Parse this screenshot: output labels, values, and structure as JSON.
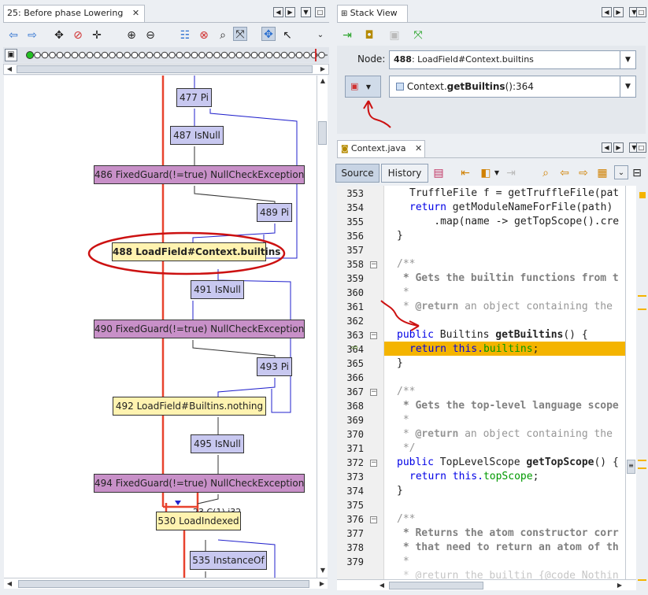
{
  "left_panel": {
    "tab_title": "25: Before phase Lowering",
    "close_glyph": "✕",
    "graph_nodes": [
      {
        "label": "477 Pi",
        "kind": "blue"
      },
      {
        "label": "487 IsNull",
        "kind": "blue"
      },
      {
        "label": "486 FixedGuard(!=true) NullCheckException",
        "kind": "purple"
      },
      {
        "label": "489 Pi",
        "kind": "blue"
      },
      {
        "label": "488 LoadField#Context.builtins",
        "kind": "yellow"
      },
      {
        "label": "491 IsNull",
        "kind": "blue"
      },
      {
        "label": "490 FixedGuard(!=true) NullCheckException",
        "kind": "purple"
      },
      {
        "label": "493 Pi",
        "kind": "blue"
      },
      {
        "label": "492 LoadField#Builtins.nothing",
        "kind": "yellow"
      },
      {
        "label": "495 IsNull",
        "kind": "blue"
      },
      {
        "label": "494 FixedGuard(!=true) NullCheckException",
        "kind": "purple"
      },
      {
        "label": "530 LoadIndexed",
        "kind": "yellow"
      },
      {
        "label": "535 InstanceOf",
        "kind": "blue"
      }
    ],
    "edge_label": "23 C(1) i32"
  },
  "stack_view": {
    "tab_title": "Stack View",
    "node_label": "Node:",
    "node_value_id": "488",
    "node_value_rest": ": LoadField#Context.builtins",
    "frame_class": "Context.",
    "frame_method": "getBuiltins",
    "frame_suffix": "():364"
  },
  "editor": {
    "tab_title": "Context.java",
    "close_glyph": "✕",
    "source_label": "Source",
    "history_label": "History",
    "line_numbers": [
      "353",
      "354",
      "355",
      "356",
      "357",
      "358",
      "359",
      "360",
      "361",
      "362",
      "363",
      "364",
      "365",
      "366",
      "367",
      "368",
      "369",
      "370",
      "371",
      "372",
      "373",
      "374",
      "375",
      "376",
      "377",
      "378",
      "379"
    ],
    "lines": {
      "l353": "TruffleFile f = getTruffleFile(pat",
      "l354_kw": "return",
      "l354_rest": " getModuleNameForFile(path)",
      "l355": "    .map(name -> getTopScope().cre",
      "l356": "}",
      "l358": "/**",
      "l359": " * Gets the builtin functions from t",
      "l360": " *",
      "l361_a": " * ",
      "l361_tag": "@return",
      "l361_b": " an object containing the",
      "l363_kw": "public",
      "l363_type": " Builtins ",
      "l363_name": "getBuiltins",
      "l363_rest": "() {",
      "l364_kw": "return",
      "l364_this": " this.",
      "l364_field": "builtins",
      "l364_end": ";",
      "l365": "}",
      "l367": "/**",
      "l368": " * Gets the top-level language scope",
      "l369": " *",
      "l370_a": " * ",
      "l370_tag": "@return",
      "l370_b": " an object containing the",
      "l371": " */",
      "l372_kw": "public",
      "l372_type": " TopLevelScope ",
      "l372_name": "getTopScope",
      "l372_rest": "() {",
      "l373_kw": "return",
      "l373_this": " this.",
      "l373_field": "topScope",
      "l373_end": ";",
      "l374": "}",
      "l376": "/**",
      "l377": " * Returns the atom constructor corr",
      "l378": " * that need to return an atom of th",
      "l379": " *",
      "l380": " * @return the builtin {@code Nothin"
    }
  },
  "colors": {
    "blue_node": "#c8c8f0",
    "purple_node": "#c890c8",
    "yellow_node": "#fff3b0",
    "current_line": "#f4b400",
    "annotation_red": "#cc1111",
    "keyword": "#0000e6",
    "field": "#009900"
  }
}
